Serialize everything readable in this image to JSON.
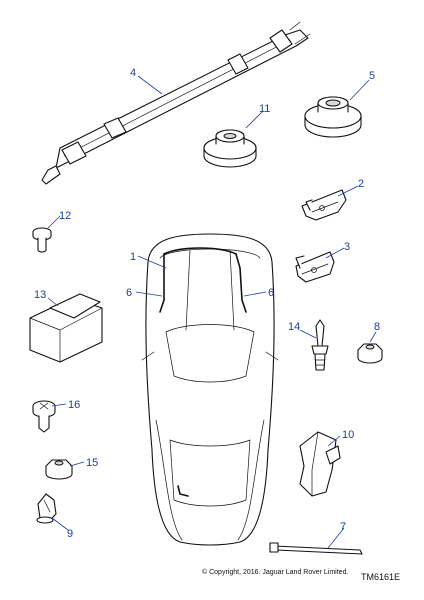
{
  "callouts": {
    "c1": "1",
    "c2": "2",
    "c3": "3",
    "c4": "4",
    "c5": "5",
    "c6a": "6",
    "c6b": "6",
    "c7": "7",
    "c8": "8",
    "c9": "9",
    "c10": "10",
    "c11": "11",
    "c12": "12",
    "c13": "13",
    "c14": "14",
    "c15": "15",
    "c16": "16"
  },
  "footer": {
    "copyright": "© Copyright, 2016. Jaguar Land Rover Limited.",
    "code": "TM6161E"
  },
  "colors": {
    "callout": "#1a3fa8",
    "line": "#111111"
  }
}
